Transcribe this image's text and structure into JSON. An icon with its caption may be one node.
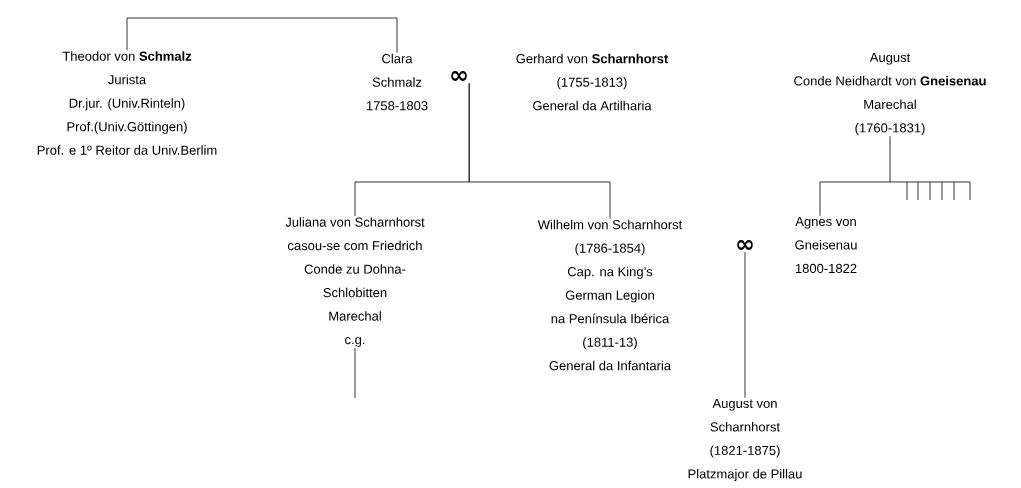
{
  "diagram": {
    "nodes": [
      {
        "text": [
          "Theodor von **Schmalz**",
          "Jurista",
          "Dr.jur. (Univ.Rinteln)",
          "Prof.(Univ.Göttingen)",
          "Prof. e 1º Reitor da Univ.Berlim"
        ]
      },
      {
        "text": [
          "Clara",
          "Schmalz",
          "1758-1803"
        ]
      },
      {
        "text": [
          "∞"
        ]
      },
      {
        "text": [
          "Gerhard von **Scharnhorst**",
          "(1755-1813)",
          "General da Artilharia"
        ]
      },
      {
        "text": [
          "August",
          "Conde Neidhardt  von  **Gneisenau**",
          "Marechal",
          "(1760-1831)"
        ]
      },
      {
        "text": [
          "Juliana von Scharnhorst",
          "casou-se com Friedrich",
          "Conde zu Dohna-",
          "Schlobitten",
          "Marechal",
          "c.g."
        ]
      },
      {
        "text": [
          "Wilhelm von Scharnhorst",
          "(1786-1854)",
          "Cap. na King’s",
          "German Legion",
          "na Península Ibérica",
          "(1811-13)",
          "General da Infantaria"
        ]
      },
      {
        "text": [
          "∞"
        ]
      },
      {
        "text": [
          "Agnes  von",
          "Gneisenau",
          "1800-1822"
        ]
      },
      {
        "text": [
          "August von",
          "Scharnhorst",
          "(1821-1875)",
          "Platzmajor de Pillau"
        ]
      }
    ],
    "edges": [
      {
        "from": 0,
        "to": 1,
        "arrow": "none"
      },
      {
        "from": 2,
        "to": 5,
        "arrow": "none"
      },
      {
        "from": 2,
        "to": 6,
        "arrow": "none"
      },
      {
        "from": 4,
        "to": 8,
        "arrow": "none"
      },
      {
        "from": 7,
        "to": 9,
        "arrow": "none"
      },
      {
        "from": 5,
        "to": null,
        "arrow": "none"
      }
    ]
  }
}
